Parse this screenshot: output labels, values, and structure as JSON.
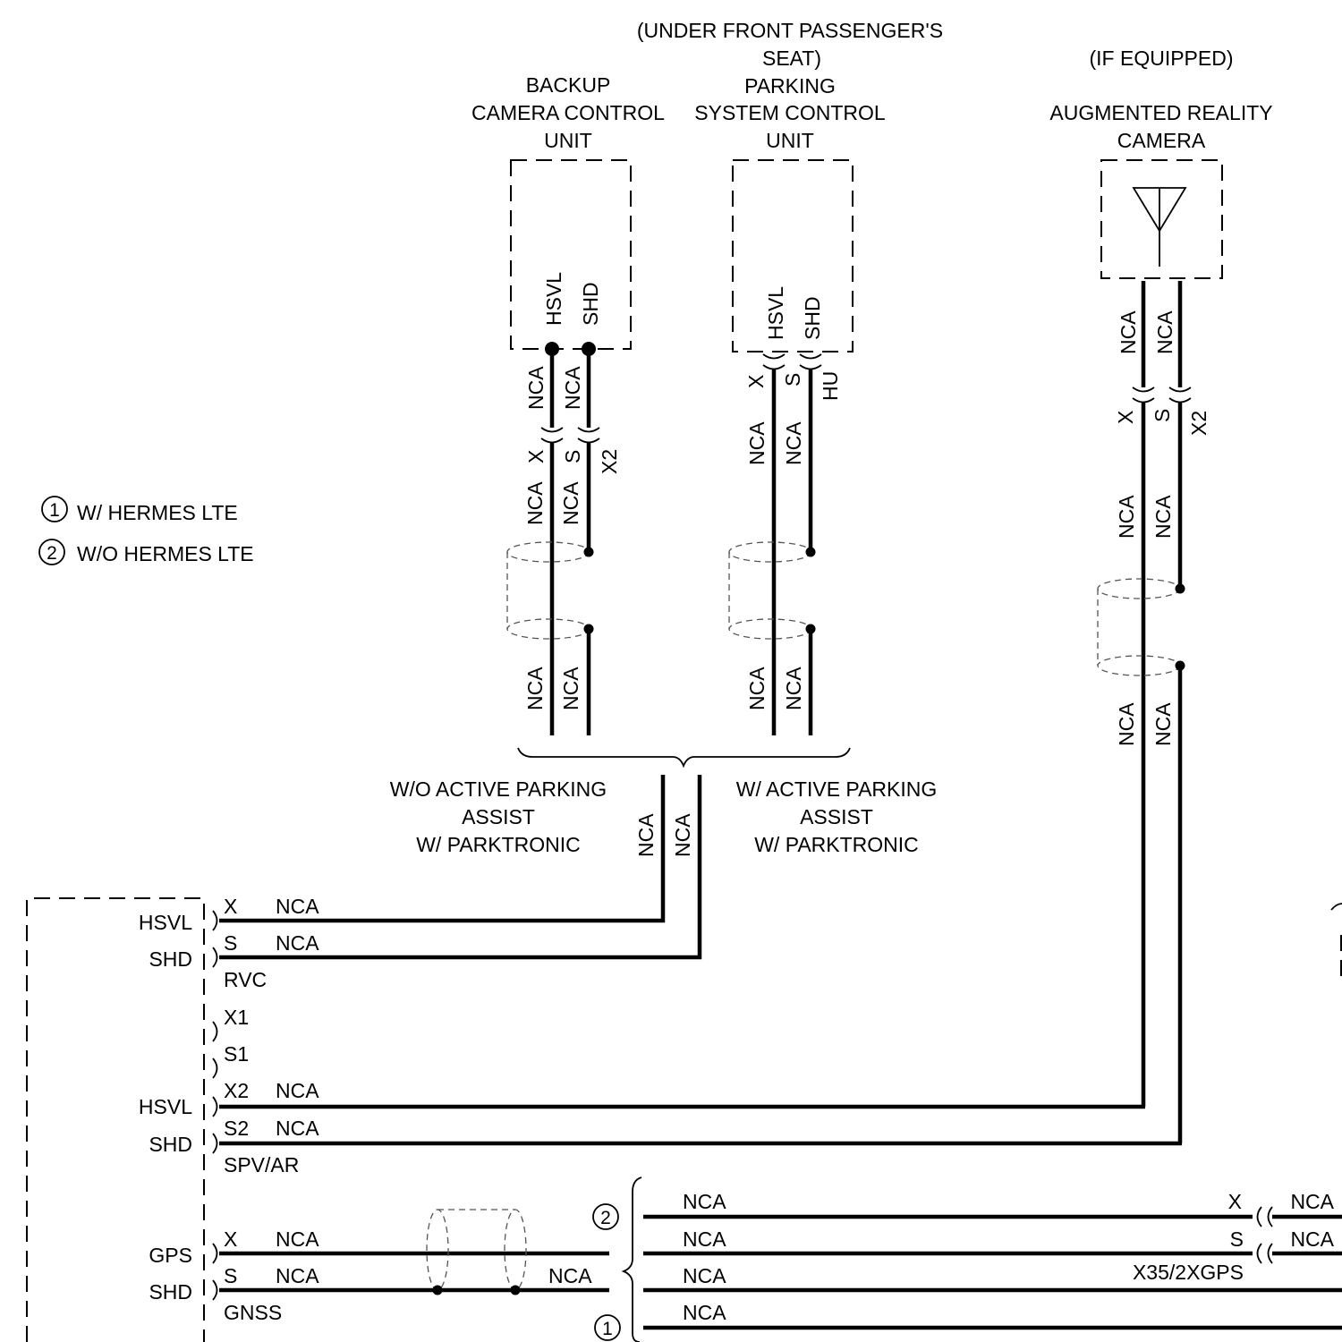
{
  "components": {
    "backup_camera": {
      "title_lines": [
        "BACKUP",
        "CAMERA CONTROL",
        "UNIT"
      ],
      "pins": [
        "HSVL",
        "SHD"
      ],
      "wire_labels": [
        "NCA",
        "NCA",
        "NCA",
        "NCA",
        "NCA",
        "NCA"
      ],
      "connector_labels": [
        "X",
        "S",
        "X2"
      ]
    },
    "parking_system": {
      "location_lines": [
        "(UNDER FRONT PASSENGER'S",
        "SEAT)"
      ],
      "title_lines": [
        "PARKING",
        "SYSTEM CONTROL",
        "UNIT"
      ],
      "pins": [
        "HSVL",
        "SHD"
      ],
      "wire_labels": [
        "NCA",
        "NCA",
        "NCA",
        "NCA"
      ],
      "connector_labels": [
        "X",
        "S",
        "HU"
      ]
    },
    "ar_camera": {
      "condition": "(IF EQUIPPED)",
      "title_lines": [
        "AUGMENTED REALITY",
        "CAMERA"
      ],
      "wire_labels": [
        "NCA",
        "NCA",
        "NCA",
        "NCA",
        "NCA",
        "NCA"
      ],
      "connector_labels": [
        "X",
        "S",
        "X2"
      ]
    }
  },
  "variants": {
    "left_lines": [
      "W/O ACTIVE PARKING",
      "ASSIST",
      "W/ PARKTRONIC"
    ],
    "right_lines": [
      "W/ ACTIVE PARKING",
      "ASSIST",
      "W/ PARKTRONIC"
    ],
    "wire_labels": [
      "NCA",
      "NCA"
    ]
  },
  "legend": [
    {
      "num": "1",
      "text": "W/ HERMES LTE"
    },
    {
      "num": "2",
      "text": "W/O HERMES LTE"
    }
  ],
  "head_unit": {
    "rvc": {
      "pins": [
        "HSVL",
        "SHD"
      ],
      "terminals": [
        "X",
        "S"
      ],
      "wires": [
        "NCA",
        "NCA"
      ],
      "connector": "RVC"
    },
    "spare_terminals": [
      "X1",
      "S1"
    ],
    "spv": {
      "pins": [
        "HSVL",
        "SHD"
      ],
      "terminals": [
        "X2",
        "S2"
      ],
      "wires": [
        "NCA",
        "NCA"
      ],
      "connector": "SPV/AR"
    },
    "gnss": {
      "pins": [
        "GPS",
        "SHD"
      ],
      "terminals": [
        "X",
        "S"
      ],
      "wires": [
        "NCA",
        "NCA",
        "NCA"
      ],
      "connector": "GNSS"
    }
  },
  "gps_branch": {
    "markers": [
      "2",
      "1"
    ],
    "wire_labels": [
      "NCA",
      "NCA",
      "NCA",
      "NCA"
    ],
    "right_terminals": [
      "X",
      "S"
    ],
    "right_wires": [
      "NCA",
      "NCA"
    ],
    "connector": "X35/2XGPS"
  }
}
